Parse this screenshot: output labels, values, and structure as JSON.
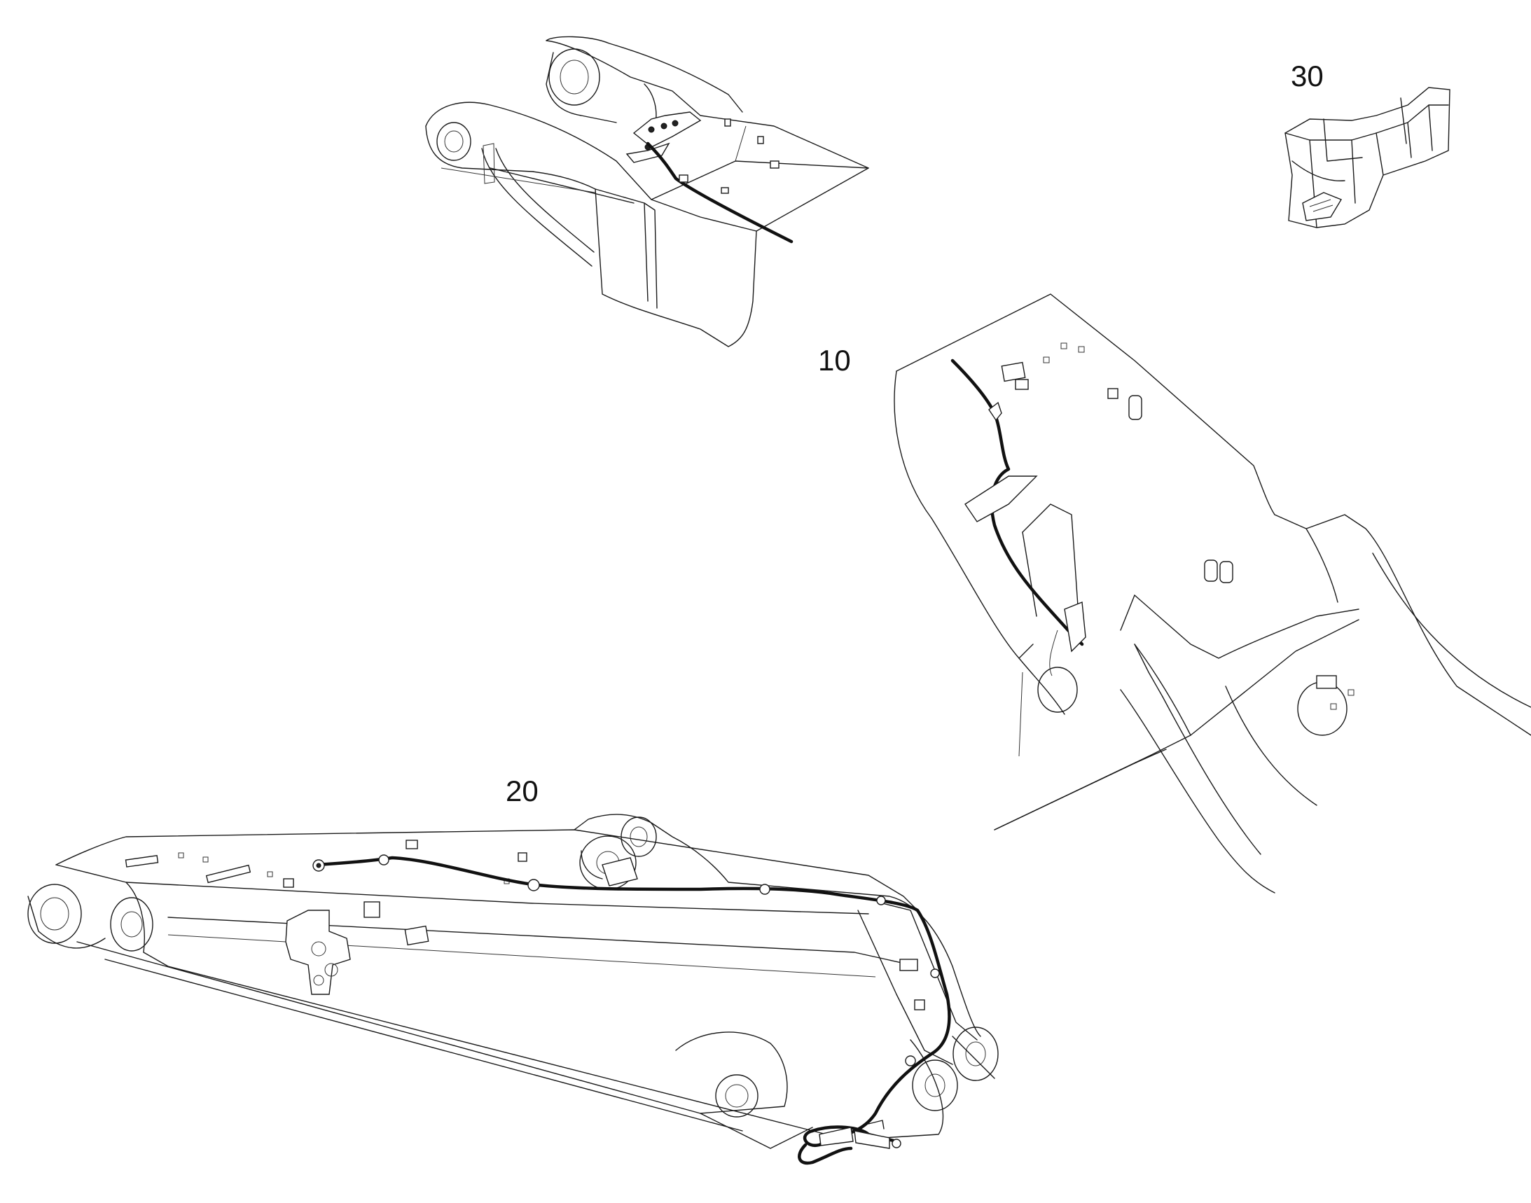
{
  "callouts": {
    "item_10": "10",
    "item_20": "20",
    "item_30": "30"
  },
  "colors": {
    "line": "#1a1a1a",
    "cable": "#111111",
    "background": "#ffffff"
  }
}
